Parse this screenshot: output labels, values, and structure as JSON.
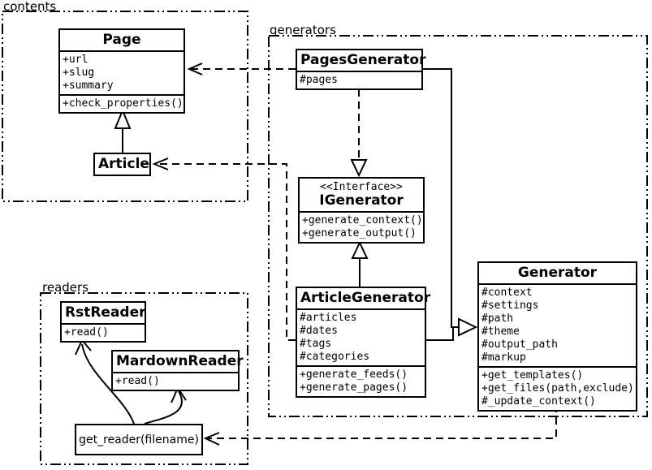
{
  "diagram": {
    "title": "Pelican content/generator/reader class diagram",
    "ink_color": "#000000",
    "paper_color": "#ffffff"
  },
  "packages": {
    "contents": {
      "label": "contents"
    },
    "generators": {
      "label": "generators"
    },
    "readers": {
      "label": "readers"
    }
  },
  "classes": {
    "page": {
      "title": "Page",
      "attrs": [
        "+url",
        "+slug",
        "+summary"
      ],
      "methods": [
        "+check_properties()"
      ]
    },
    "article": {
      "title": "Article"
    },
    "pages_generator": {
      "title": "PagesGenerator",
      "attrs": [
        "#pages"
      ]
    },
    "igenerator": {
      "stereotype": "<<Interface>>",
      "title": "IGenerator",
      "methods": [
        "+generate_context()",
        "+generate_output()"
      ]
    },
    "article_generator": {
      "title": "ArticleGenerator",
      "attrs": [
        "#articles",
        "#dates",
        "#tags",
        "#categories"
      ],
      "methods": [
        "+generate_feeds()",
        "+generate_pages()"
      ]
    },
    "generator": {
      "title": "Generator",
      "attrs": [
        "#context",
        "#settings",
        "#path",
        "#theme",
        "#output_path",
        "#markup"
      ],
      "methods": [
        "+get_templates()",
        "+get_files(path,exclude)",
        "#_update_context()"
      ]
    },
    "rst_reader": {
      "title": "RstReader",
      "methods": [
        "+read()"
      ]
    },
    "mardown_reader": {
      "title": "MardownReader",
      "methods": [
        "+read()"
      ]
    },
    "get_reader": {
      "label": "get_reader(filename)"
    }
  },
  "relations": [
    {
      "from": "Article",
      "to": "Page",
      "type": "inheritance"
    },
    {
      "from": "PagesGenerator",
      "to": "Page",
      "type": "dependency"
    },
    {
      "from": "ArticleGenerator",
      "to": "Article",
      "type": "dependency"
    },
    {
      "from": "PagesGenerator",
      "to": "IGenerator",
      "type": "realization"
    },
    {
      "from": "ArticleGenerator",
      "to": "IGenerator",
      "type": "inheritance"
    },
    {
      "from": "PagesGenerator",
      "to": "Generator",
      "type": "inheritance"
    },
    {
      "from": "ArticleGenerator",
      "to": "Generator",
      "type": "inheritance"
    },
    {
      "from": "Generator",
      "to": "get_reader(filename)",
      "type": "dependency"
    },
    {
      "from": "get_reader(filename)",
      "to": "RstReader",
      "type": "association"
    },
    {
      "from": "get_reader(filename)",
      "to": "MardownReader",
      "type": "association"
    }
  ]
}
